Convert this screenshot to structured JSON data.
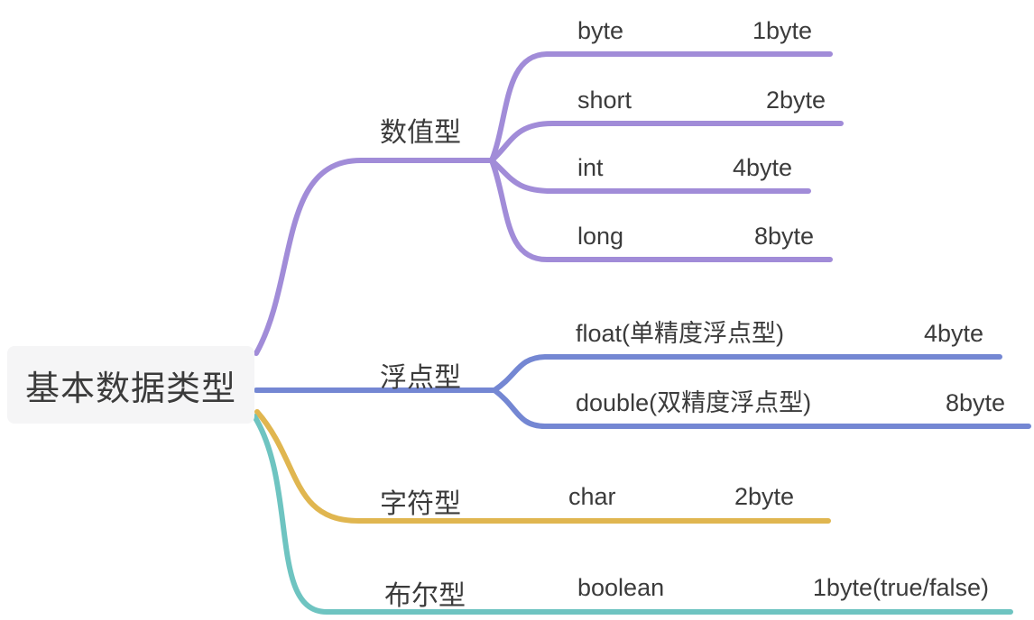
{
  "colors": {
    "numeric": "#a18cd8",
    "floating": "#7487d3",
    "character": "#e0b650",
    "boolean": "#6ec4c1",
    "root_bg": "#f5f5f6",
    "text": "#3b3b3b"
  },
  "root": {
    "label": "基本数据类型"
  },
  "branches": [
    {
      "label": "数值型",
      "children": [
        {
          "name": "byte",
          "size": "1byte"
        },
        {
          "name": "short",
          "size": "2byte"
        },
        {
          "name": "int",
          "size": "4byte"
        },
        {
          "name": "long",
          "size": "8byte"
        }
      ]
    },
    {
      "label": "浮点型",
      "children": [
        {
          "name": "float(单精度浮点型)",
          "size": "4byte"
        },
        {
          "name": "double(双精度浮点型)",
          "size": "8byte"
        }
      ]
    },
    {
      "label": "字符型",
      "children": [
        {
          "name": "char",
          "size": "2byte"
        }
      ]
    },
    {
      "label": "布尔型",
      "children": [
        {
          "name": "boolean",
          "size": "1byte(true/false)"
        }
      ]
    }
  ]
}
